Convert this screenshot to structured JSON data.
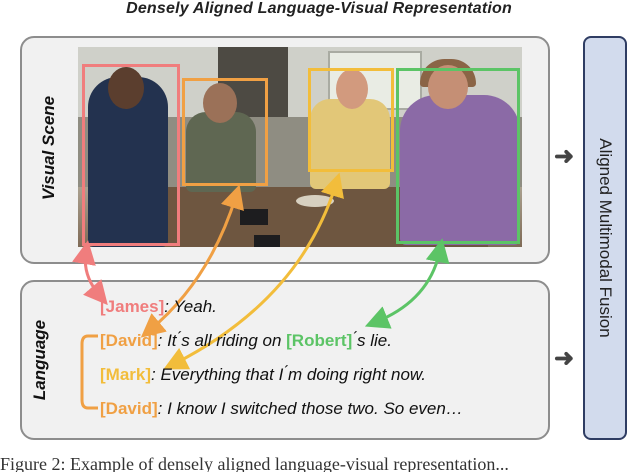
{
  "title": "Densely Aligned Language-Visual Representation",
  "visual_label": "Visual Scene",
  "language_label": "Language",
  "fusion_label": "Aligned Multimodal Fusion",
  "colors": {
    "james": "#f07d7d",
    "david": "#f0a044",
    "mark": "#f2bd3b",
    "robert": "#5cc466",
    "fusion_fill": "#d2dbed"
  },
  "utterances": [
    {
      "speaker": "[James]",
      "color": "#f07d7d",
      "text_before": ": Yeah.",
      "mention": "",
      "mention_color": "",
      "text_after": ""
    },
    {
      "speaker": "[David]",
      "color": "#f0a044",
      "text_before": ": It ́s all riding on ",
      "mention": "[Robert]",
      "mention_color": "#5cc466",
      "text_after": " ́s lie."
    },
    {
      "speaker": "[Mark]",
      "color": "#f2bd3b",
      "text_before": ": Everything that I ́m doing right now.",
      "mention": "",
      "mention_color": "",
      "text_after": ""
    },
    {
      "speaker": "[David]",
      "color": "#f0a044",
      "text_before": ": I know I switched those two. So even…",
      "mention": "",
      "mention_color": "",
      "text_after": ""
    }
  ],
  "caption_fragment": "Figure 2: Example of densely aligned language-visual representation..."
}
